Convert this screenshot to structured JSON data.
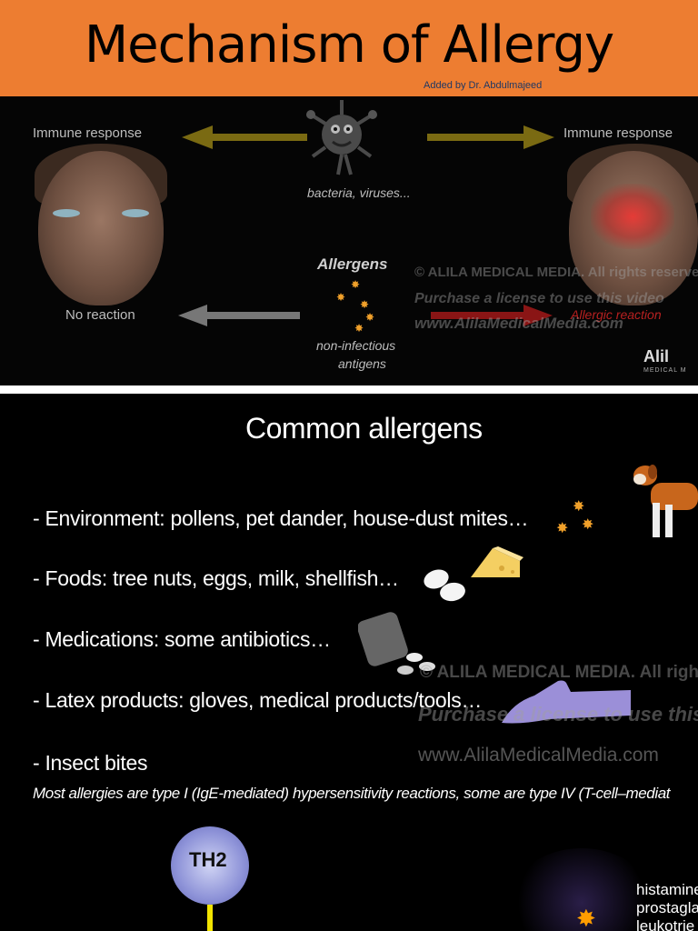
{
  "header": {
    "title": "Mechanism  of Allergy",
    "credit": "Added by Dr. Abdulmajeed",
    "bg_color": "#ED7D31"
  },
  "panel1": {
    "immune_left": "Immune response",
    "immune_right": "Immune response",
    "pathogens": "bacteria, viruses...",
    "allergens": "Allergens",
    "no_reaction": "No reaction",
    "allergic_reaction": "Allergic reaction",
    "non_infectious_line1": "non-infectious",
    "non_infectious_line2": "antigens",
    "watermark_line1": "© ALILA MEDICAL MEDIA. All rights reserved",
    "watermark_line2": "Purchase a license to use this video",
    "watermark_line3": "www.AlilaMedicalMedia.com",
    "logo_text": "Alil",
    "logo_sub": "MEDICAL M"
  },
  "panel2": {
    "heading": "Common allergens",
    "items": [
      "- Environment: pollens, pet dander, house-dust mites…",
      "- Foods: tree nuts, eggs, milk, shellfish…",
      "- Medications: some antibiotics…",
      "- Latex products: gloves, medical products/tools…",
      "- Insect bites"
    ],
    "note": "Most allergies are type I (IgE-mediated) hypersensitivity reactions, some are type IV (T-cell–mediat",
    "watermark_line1": "© ALILA MEDICAL MEDIA. All rights re",
    "watermark_line2": "Purchase a license to use this v",
    "watermark_line3": "www.AlilaMedicalMedia.com",
    "cell_label": "TH2",
    "mediators": [
      "histamine",
      "prostagla",
      "leukotrie"
    ]
  }
}
